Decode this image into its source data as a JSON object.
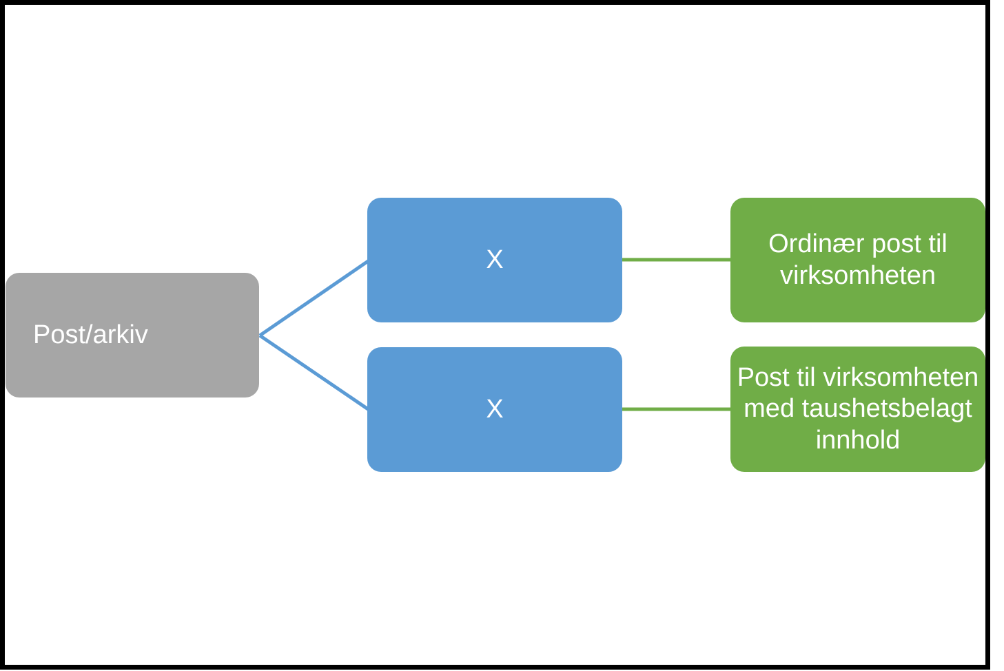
{
  "frame": {
    "border_color": "#000000",
    "background_color": "#ffffff"
  },
  "diagram": {
    "type": "hierarchy",
    "root": {
      "label": "Post/arkiv",
      "fill": "#a6a6a6",
      "text_color": "#ffffff"
    },
    "middle_nodes": [
      {
        "label": "X",
        "fill": "#5b9bd5",
        "text_color": "#ffffff"
      },
      {
        "label": "X",
        "fill": "#5b9bd5",
        "text_color": "#ffffff"
      }
    ],
    "leaf_nodes": [
      {
        "label": "Ordinær post til virksomheten",
        "fill": "#70ad47",
        "text_color": "#ffffff"
      },
      {
        "label": "Post til virksomheten med taushetsbelagt innhold",
        "fill": "#70ad47",
        "text_color": "#ffffff"
      }
    ],
    "connectors": {
      "root_to_middle_color": "#5b9bd5",
      "middle_to_leaf_color": "#70ad47"
    }
  }
}
